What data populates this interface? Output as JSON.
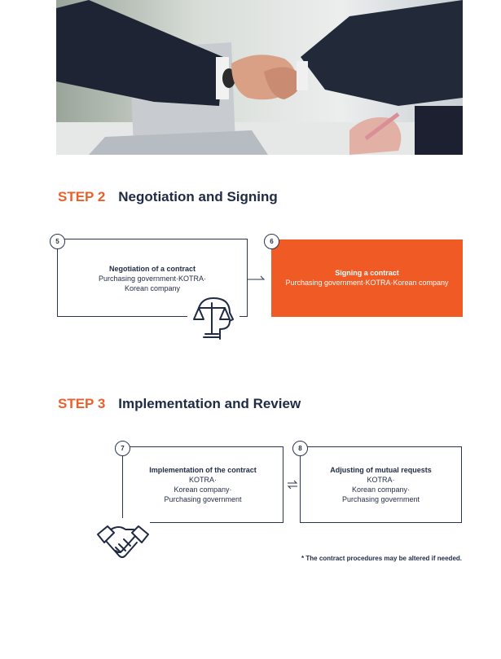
{
  "hero": {
    "alt": "handshake-photo"
  },
  "step2": {
    "step_label": "STEP 2",
    "title": "Negotiation and Signing",
    "box5": {
      "number": "5",
      "title": "Negotiation of a contract",
      "line1": "Purchasing government·KOTRA·",
      "line2": "Korean company",
      "icon": "scale-head-icon"
    },
    "box6": {
      "number": "6",
      "title": "Signing a contract",
      "line1": "Purchasing government·KOTRA·Korean company"
    }
  },
  "step3": {
    "step_label": "STEP 3",
    "title": "Implementation and Review",
    "box7": {
      "number": "7",
      "title": "Implementation of the contract",
      "line1": "KOTRA·",
      "line2": "Korean company·",
      "line3": "Purchasing government",
      "icon": "handshake-icon"
    },
    "box8": {
      "number": "8",
      "title": "Adjusting of mutual requests",
      "line1": "KOTRA·",
      "line2": "Korean company·",
      "line3": "Purchasing government"
    }
  },
  "note": "* The contract procedures may be altered if needed.",
  "colors": {
    "accent": "#f05a24",
    "navy": "#1f2a44"
  }
}
